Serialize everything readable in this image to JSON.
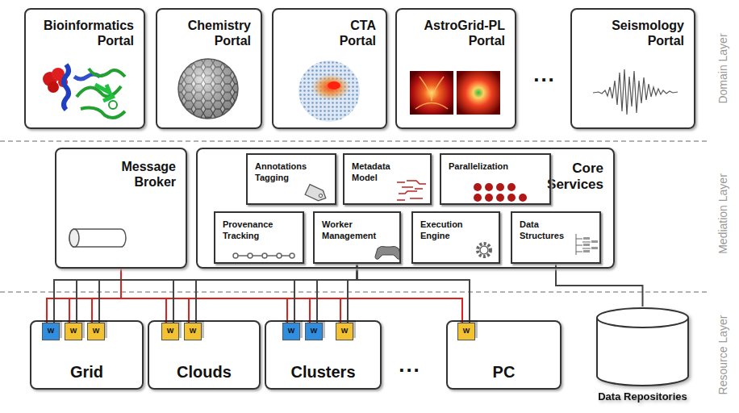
{
  "diagram": {
    "nodes": [
      {
        "text": [
          "Bioinformatics Portal"
        ]
      },
      {
        "text": [
          "Chemistry Portal"
        ]
      },
      {
        "text": [
          "CTA Portal"
        ]
      },
      {
        "text": [
          "AstroGrid-PL Portal"
        ]
      },
      {
        "text": [
          "Seismology Portal"
        ]
      },
      {
        "text": [
          "Message Broker"
        ]
      },
      {
        "text": [
          "Core Services"
        ]
      },
      {
        "text": [
          "Annotations Tagging"
        ],
        "in": 6
      },
      {
        "text": [
          "Metadata Model"
        ],
        "in": 6
      },
      {
        "text": [
          "Parallelization"
        ],
        "in": 6
      },
      {
        "text": [
          "Provenance Tracking"
        ],
        "in": 6
      },
      {
        "text": [
          "Worker Management"
        ],
        "in": 6
      },
      {
        "text": [
          "Execution Engine"
        ],
        "in": 6
      },
      {
        "text": [
          "Data Structures"
        ],
        "in": 6
      },
      {
        "text": [
          "Grid"
        ]
      },
      {
        "text": [
          "W"
        ],
        "in": 14
      },
      {
        "text": [
          "W"
        ],
        "in": 14
      },
      {
        "text": [
          "W"
        ],
        "in": 14
      },
      {
        "text": [
          "Clouds"
        ]
      },
      {
        "text": [
          "W"
        ],
        "in": 18
      },
      {
        "text": [
          "W"
        ],
        "in": 18
      },
      {
        "text": [
          "Clusters"
        ]
      },
      {
        "text": [
          "W"
        ],
        "in": 21
      },
      {
        "text": [
          "W"
        ],
        "in": 21
      },
      {
        "text": [
          "W"
        ],
        "in": 21
      },
      {
        "text": [
          "PC"
        ]
      },
      {
        "text": [
          "W"
        ],
        "in": 25
      },
      {
        "text": [
          "Data Repositories"
        ]
      }
    ],
    "edges": [
      {
        "from": 5,
        "to": 15,
        "arrow": "none"
      },
      {
        "from": 5,
        "to": 16,
        "arrow": "none"
      },
      {
        "from": 5,
        "to": 17,
        "arrow": "none"
      },
      {
        "from": 5,
        "to": 19,
        "arrow": "none"
      },
      {
        "from": 5,
        "to": 20,
        "arrow": "none"
      },
      {
        "from": 5,
        "to": 22,
        "arrow": "none"
      },
      {
        "from": 5,
        "to": 23,
        "arrow": "none"
      },
      {
        "from": 5,
        "to": 24,
        "arrow": "none"
      },
      {
        "from": 5,
        "to": 26,
        "arrow": "none"
      },
      {
        "from": 11,
        "to": 15,
        "arrow": "none"
      },
      {
        "from": 11,
        "to": 16,
        "arrow": "none"
      },
      {
        "from": 11,
        "to": 17,
        "arrow": "none"
      },
      {
        "from": 11,
        "to": 19,
        "arrow": "none"
      },
      {
        "from": 11,
        "to": 20,
        "arrow": "none"
      },
      {
        "from": 11,
        "to": 22,
        "arrow": "none"
      },
      {
        "from": 11,
        "to": 23,
        "arrow": "none"
      },
      {
        "from": 11,
        "to": 24,
        "arrow": "none"
      },
      {
        "from": 11,
        "to": 26,
        "arrow": "none"
      },
      {
        "from": 13,
        "to": 27,
        "arrow": "none"
      }
    ],
    "labels": [
      "Domain Layer",
      "Mediation Layer",
      "Resource Layer",
      "...",
      "..."
    ]
  }
}
